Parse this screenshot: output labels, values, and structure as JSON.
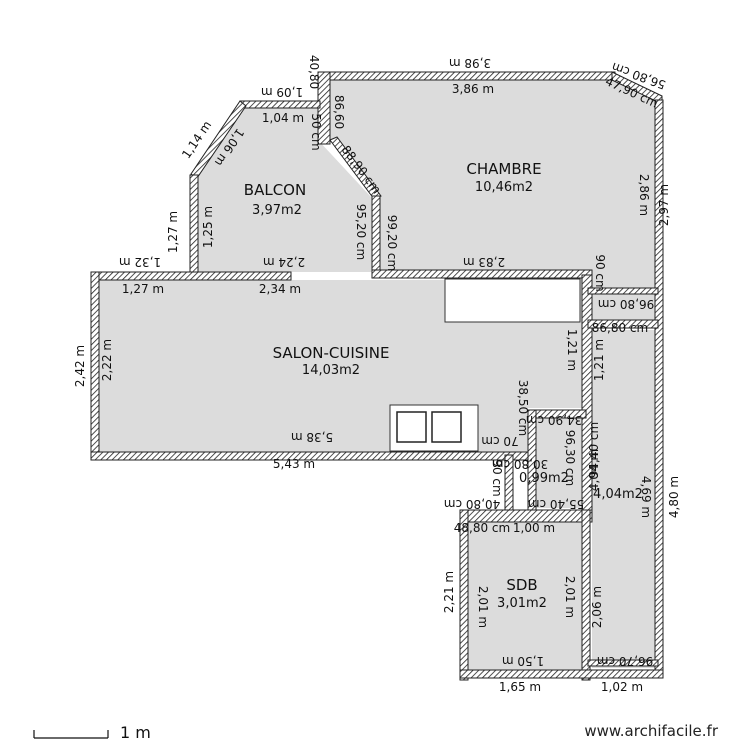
{
  "colors": {
    "floor": "#dcdcdc",
    "wall_fill": "#ffffff",
    "wall_stroke": "#222222",
    "background": "#ffffff"
  },
  "rooms": {
    "balcon": {
      "name": "BALCON",
      "area": "3,97m2"
    },
    "chambre": {
      "name": "CHAMBRE",
      "area": "10,46m2"
    },
    "salon": {
      "name": "SALON-CUISINE",
      "area": "14,03m2"
    },
    "sdb": {
      "name": "SDB",
      "area": "3,01m2"
    },
    "wc_area": "0,99m2",
    "right_area": "4,04m2"
  },
  "dimensions": [
    "3,98 m",
    "3,86 m",
    "56,80 cm",
    "47,90 cm",
    "1,09 m",
    "1,04 m",
    "40,80",
    "86,60",
    "50 cm",
    "1,14 m",
    "1,06 m",
    "88,90 cm",
    "95,20 cm",
    "99,20 cm",
    "1,27 m",
    "1,25 m",
    "2,86 m",
    "2,97 m",
    "1,32 m",
    "2,24 m",
    "2,83 m",
    "1,27 m",
    "2,34 m",
    "90 cm",
    "96,80 cm",
    "86,80 cm",
    "2,42 m",
    "2,22 m",
    "1,21 m",
    "1,21 m",
    "38,50 cm",
    "34,90 cm",
    "5,38 m",
    "5,43 m",
    "70 cm",
    "30,80 cm",
    "96,30 cm",
    "94,40 cm",
    "90 cm",
    "4,04 m",
    "40,80 cm",
    "55,40 cm",
    "48,80 cm",
    "1,00 m",
    "4,69 m",
    "4,80 m",
    "2,21 m",
    "2,01 m",
    "2,01 m",
    "2,06 m",
    "1,50 m",
    "96,70 cm",
    "1,65 m",
    "1,02 m"
  ],
  "scale": {
    "label": "1 m"
  },
  "footer": {
    "watermark": "www.archifacile.fr"
  }
}
